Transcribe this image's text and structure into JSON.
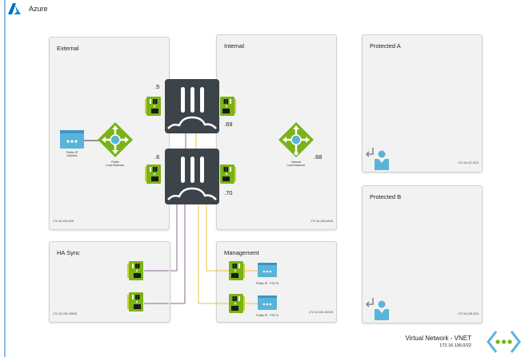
{
  "header": {
    "title": "Azure",
    "logo_icon": "azure-logo-icon"
  },
  "subnets": {
    "external": {
      "title": "External",
      "cidr": "172.16.136.0/26"
    },
    "internal": {
      "title": "Internal",
      "cidr": "172.16.136.64/26"
    },
    "protected_a": {
      "title": "Protected A",
      "cidr": "172.16.137.0/24"
    },
    "protected_b": {
      "title": "Protected B",
      "cidr": "172.16.138.0/24"
    },
    "ha_sync": {
      "title": "HA Sync",
      "cidr": "172.16.136.128/26"
    },
    "management": {
      "title": "Management",
      "cidr": "172.16.136.192/26"
    }
  },
  "components": {
    "public_ip": {
      "label_line1": "Public IP",
      "label_line2": "Address"
    },
    "public_lb": {
      "label_line1": "Public",
      "label_line2": "Load Balancer"
    },
    "internal_lb": {
      "label_line1": "Internal",
      "label_line2": "Load Balancer",
      "ip": ".68"
    },
    "mgmt_pip_b": {
      "label": "Public IP - FGT B"
    },
    "mgmt_pip_a": {
      "label": "Public IP - FGT A"
    }
  },
  "firewalls": {
    "fgt_a": {
      "ext_ip": ".5",
      "int_ip": ".69"
    },
    "fgt_b": {
      "ext_ip": ".6",
      "int_ip": ".70"
    }
  },
  "vnet": {
    "title": "Virtual Network - VNET",
    "cidr": "172.16.136.0/22"
  },
  "colors": {
    "azure_blue": "#0078d4",
    "subnet_bg": "#f2f2f2",
    "firewall": "#3c4449",
    "nic_green": "#7ab317",
    "lb_green": "#7ab317",
    "ha_line": "#8b6a8e",
    "mgmt_line": "#f0c040",
    "icon_blue": "#59b4d9"
  }
}
